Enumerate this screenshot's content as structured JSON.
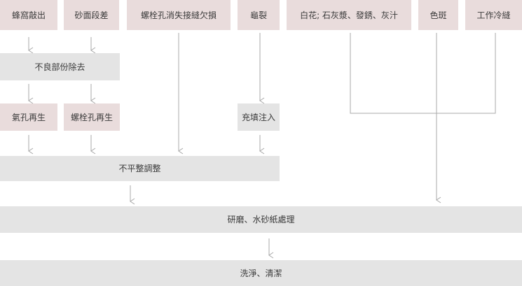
{
  "top_row": [
    {
      "id": "honeycomb",
      "label": "蜂窩敲出"
    },
    {
      "id": "sand-surface",
      "label": "砂面段差"
    },
    {
      "id": "bolt-hole",
      "label": "螺栓孔消失接縫欠損"
    },
    {
      "id": "crack",
      "label": "龜裂"
    },
    {
      "id": "efflorescence",
      "label": "白花; 石灰漿、發銹、灰汁"
    },
    {
      "id": "color-spot",
      "label": "色斑"
    },
    {
      "id": "cold-joint",
      "label": "工作冷縫"
    }
  ],
  "defect_removal": {
    "label": "不良部份除去"
  },
  "middle_row": [
    {
      "id": "air-hole",
      "label": "氣孔再生"
    },
    {
      "id": "bolt-regen",
      "label": "螺栓孔再生"
    },
    {
      "id": "fill-inject",
      "label": "充填注入"
    }
  ],
  "unevenness": {
    "label": "不平整調整"
  },
  "grinding": {
    "label": "研磨、水砂紙處理"
  },
  "cleaning": {
    "label": "洗淨、清潔"
  },
  "colors": {
    "pink": "#e9dcdc",
    "gray": "#e4e4e4",
    "line": "#a8a8a8"
  }
}
